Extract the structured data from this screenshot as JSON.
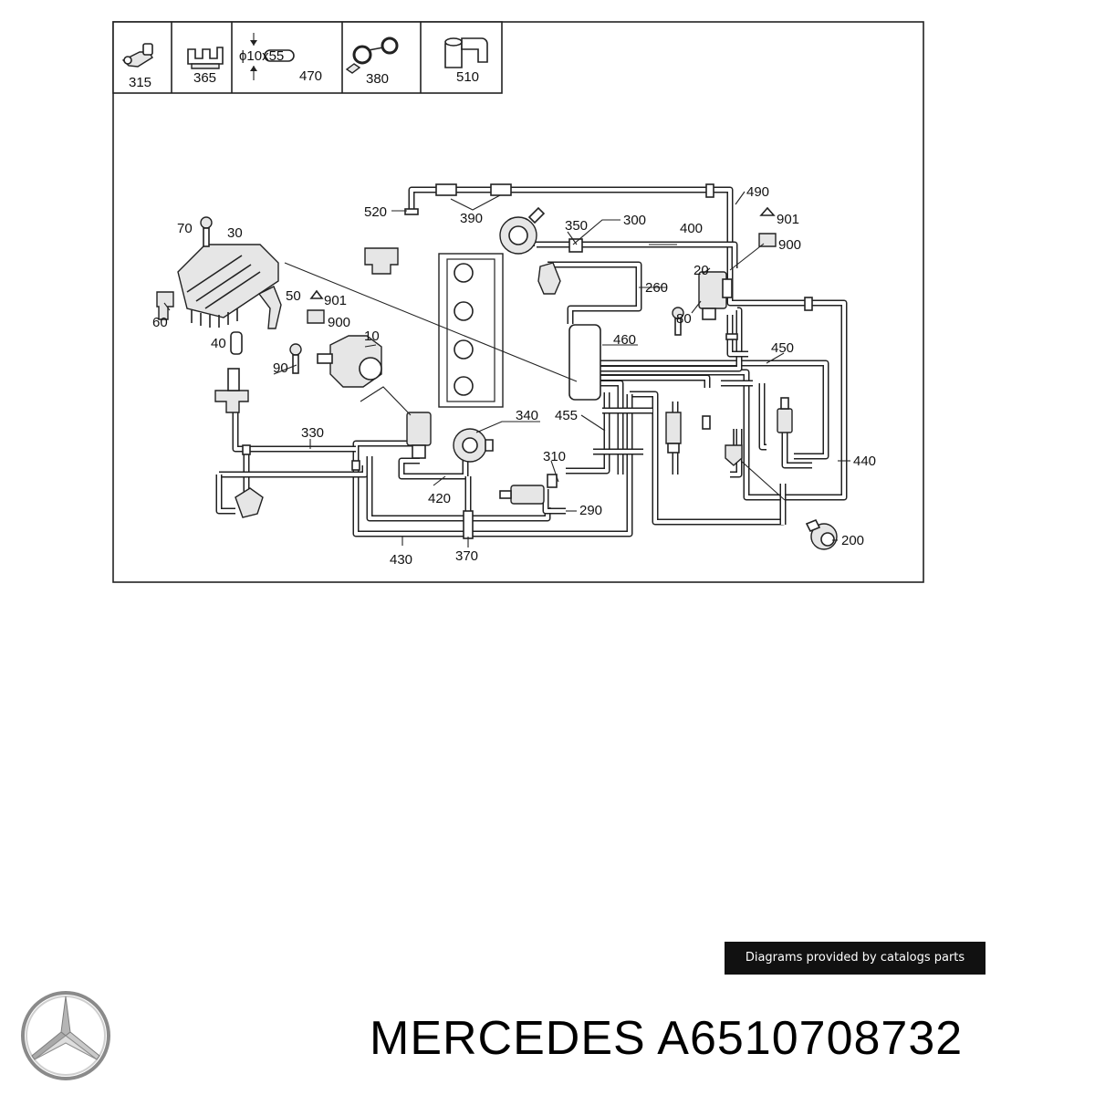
{
  "header_parts": [
    {
      "number": "315"
    },
    {
      "number": "365"
    },
    {
      "number": "470",
      "spec": "ϕ10x55"
    },
    {
      "number": "380"
    },
    {
      "number": "510"
    }
  ],
  "callouts": [
    "520",
    "390",
    "300",
    "350",
    "400",
    "490",
    "901",
    "900",
    "20",
    "260",
    "80",
    "70",
    "30",
    "50",
    "901",
    "900",
    "60",
    "10",
    "40",
    "90",
    "460",
    "450",
    "340",
    "455",
    "330",
    "310",
    "420",
    "290",
    "440",
    "200",
    "430",
    "370"
  ],
  "credit": "Diagrams provided by catalogs parts",
  "brand": "MERCEDES A6510708732",
  "icons": [
    "mercedes-star-logo"
  ]
}
